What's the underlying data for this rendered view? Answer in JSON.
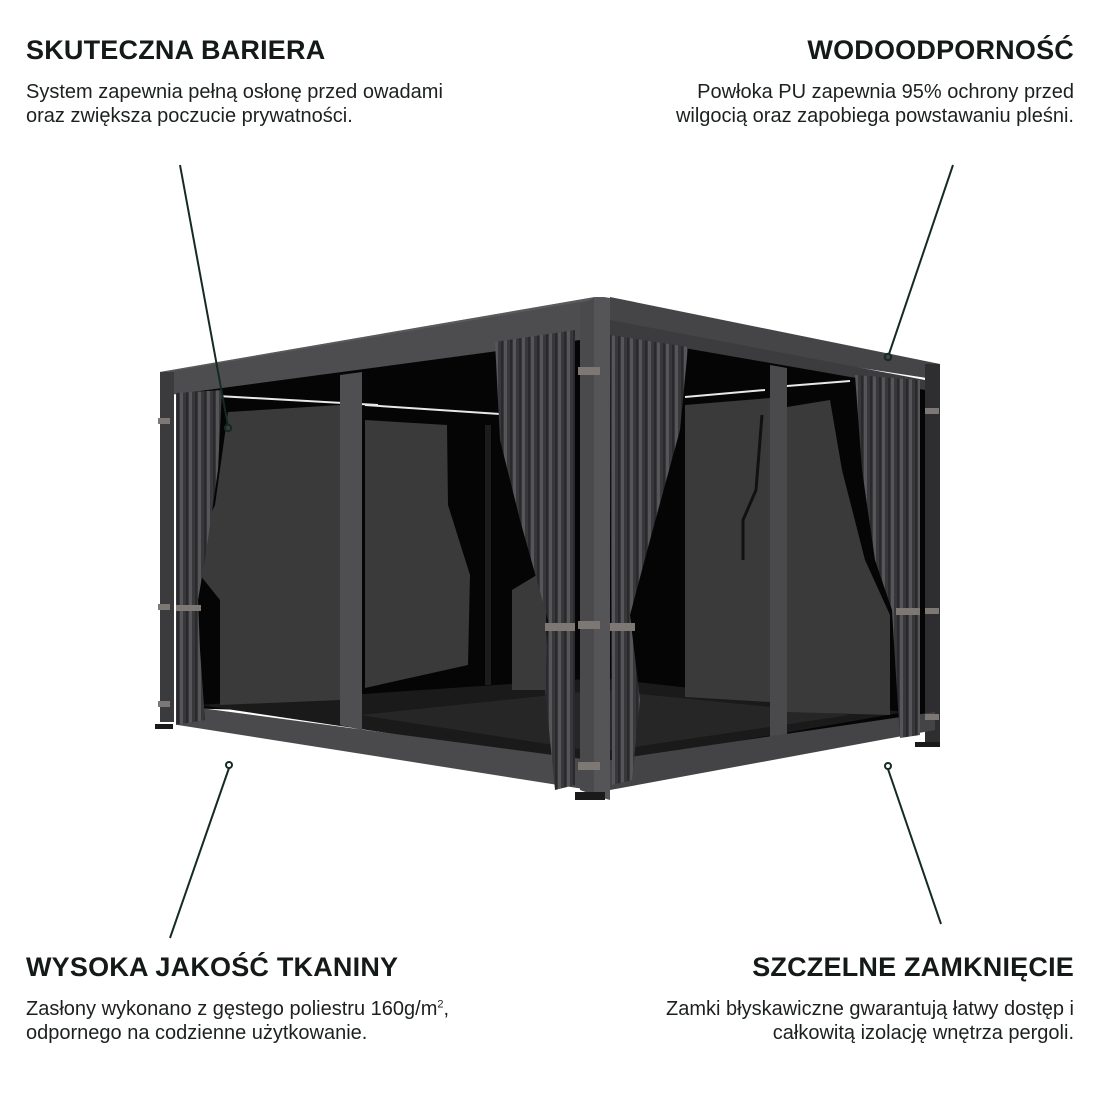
{
  "features": {
    "top_left": {
      "title": "SKUTECZNA BARIERA",
      "text": "System zapewnia pełną osłonę przed owadami oraz zwiększa poczucie prywatności."
    },
    "top_right": {
      "title": "WODOODPORNOŚĆ",
      "text": "Powłoka PU zapewnia 95% ochrony przed wilgocią oraz zapobiega powstawaniu pleśni."
    },
    "bottom_left": {
      "title": "WYSOKA JAKOŚĆ TKANINY",
      "text_before": "Zasłony wykonano z gęstego poliestru 160g/m",
      "superscript": "2",
      "text_after": ", odpornego na codzienne użytkowanie."
    },
    "bottom_right": {
      "title": "SZCZELNE ZAMKNIĘCIE",
      "text": "Zamki błyskawiczne gwarantują łatwy dostęp i całkowitą izolację wnętrza pergoli."
    }
  },
  "colors": {
    "text": "#141a17",
    "frame": "#4a4a4c",
    "curtain": "#3d3d40",
    "interior": "#050505",
    "net": "#3a3a3b",
    "strap": "#7d7874"
  }
}
